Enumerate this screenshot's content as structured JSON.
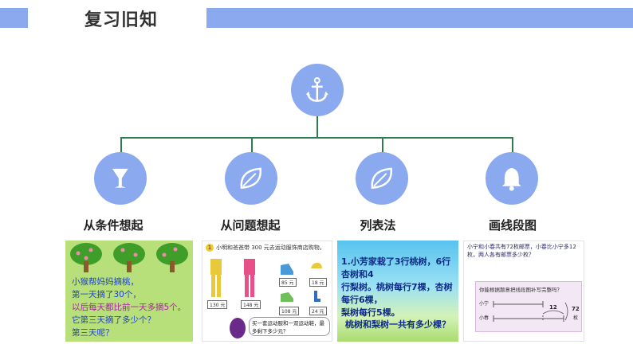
{
  "header": {
    "title": "复习旧知"
  },
  "root_node": {
    "icon": "anchor-icon"
  },
  "methods": [
    {
      "label": "从条件想起",
      "icon": "goblet-icon"
    },
    {
      "label": "从问题想起",
      "icon": "leaf-icon"
    },
    {
      "label": "列表法",
      "icon": "leaf-icon"
    },
    {
      "label": "画线段图",
      "icon": "bell-icon"
    }
  ],
  "thumb1": {
    "lines": [
      "小猴帮妈妈摘桃，",
      "第一天摘了30个，",
      "以后每天都比前一天多摘5个。",
      "它第三天摘了多少个？",
      "第三天呢？"
    ]
  },
  "thumb2": {
    "num": "1",
    "heading": "小明和爸爸带 300 元去运动服饰商店购物。",
    "prices": [
      "130 元",
      "148 元",
      "85 元",
      "18 元",
      "108 元",
      "24 元"
    ],
    "bubble": "买一套运动服和一双运动鞋，最多剩下多少元？"
  },
  "thumb3": {
    "lines": [
      "1.小芳家栽了3行桃树，6行杏树和4",
      "行梨树。桃树每行7棵，杏树每行6棵，",
      "梨树每行5棵。"
    ],
    "question": "桃树和梨树一共有多少棵？"
  },
  "thumb4": {
    "heading": "小宁和小春共有72枚邮票，小春比小宁多12枚，两人各有邮票多少枚？",
    "panel_question": "你能根据题意把线段图补写完整吗？",
    "label_a": "小宁",
    "label_b": "小春",
    "value_12": "12",
    "value_72": "72",
    "unit": "枚"
  },
  "colors": {
    "accent": "#8aa9ef",
    "connector": "#2e7d4f"
  }
}
